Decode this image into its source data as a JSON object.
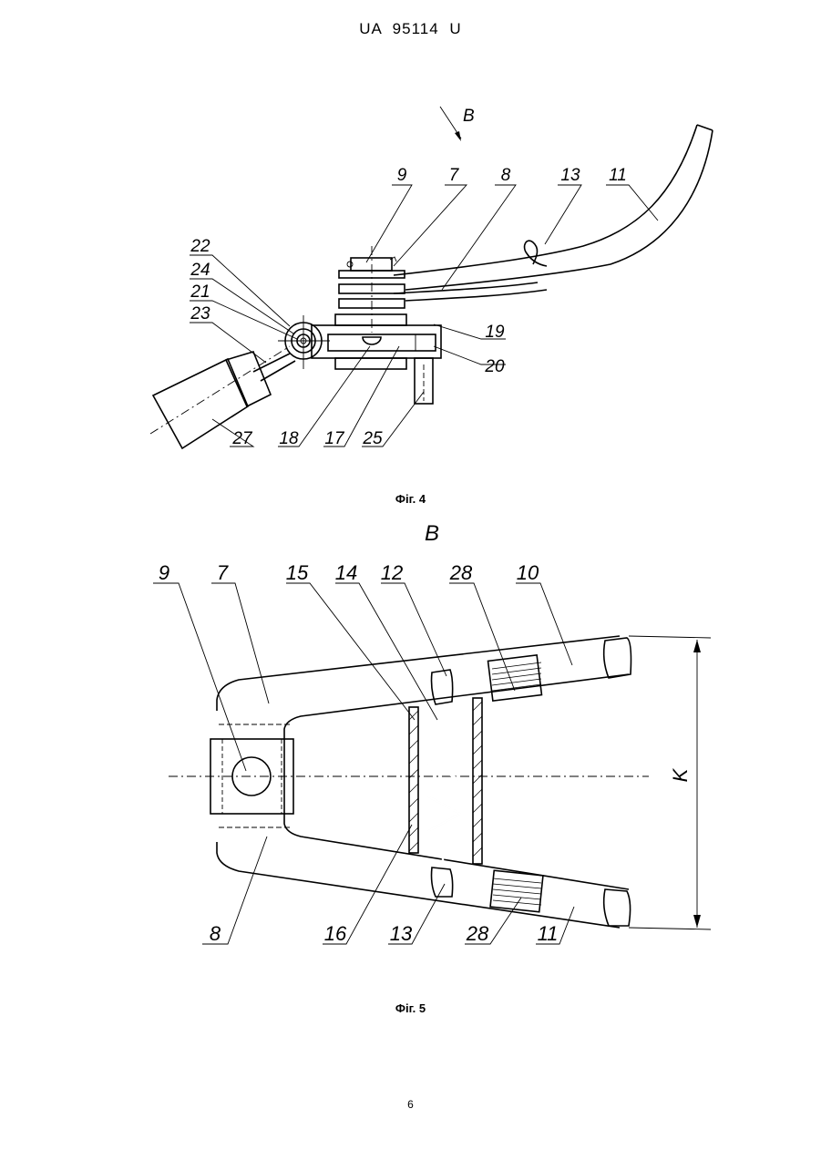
{
  "header": {
    "doc_number": "UA   95114   U"
  },
  "figure4": {
    "caption": "Фіг. 4",
    "view_arrow_label": "В",
    "labels": [
      "9",
      "7",
      "8",
      "13",
      "11",
      "22",
      "24",
      "21",
      "23",
      "19",
      "20",
      "27",
      "18",
      "17",
      "25"
    ]
  },
  "figure5": {
    "caption": "Фіг. 5",
    "view_title": "В",
    "labels": [
      "9",
      "7",
      "15",
      "14",
      "12",
      "28",
      "10",
      "8",
      "16",
      "13",
      "28",
      "11",
      "K"
    ]
  },
  "page_number": "6"
}
